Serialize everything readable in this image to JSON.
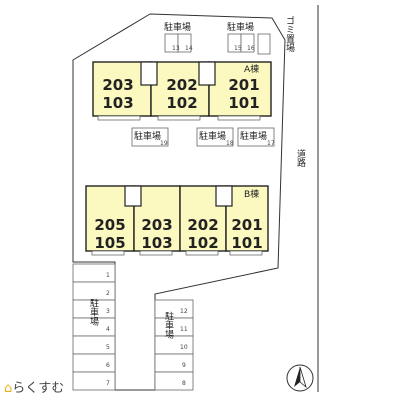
{
  "building_a": {
    "label": "A棟",
    "units": [
      {
        "upper": "203",
        "lower": "103"
      },
      {
        "upper": "202",
        "lower": "102"
      },
      {
        "upper": "201",
        "lower": "101"
      }
    ]
  },
  "building_b": {
    "label": "B棟",
    "units": [
      {
        "upper": "205",
        "lower": "105"
      },
      {
        "upper": "203",
        "lower": "103"
      },
      {
        "upper": "202",
        "lower": "102"
      },
      {
        "upper": "201",
        "lower": "101"
      }
    ]
  },
  "parking_top": {
    "label": "駐車場",
    "lots": [
      {
        "label": "駐車場",
        "nums": [
          "13",
          "14"
        ]
      },
      {
        "label": "駐車場",
        "nums": [
          "15",
          "16"
        ]
      }
    ]
  },
  "trash_label": "ゴミ置場",
  "parking_middle": [
    {
      "label": "駐車場",
      "num": "19"
    },
    {
      "label": "駐車場",
      "num": "18"
    },
    {
      "label": "駐車場",
      "num": "17"
    }
  ],
  "parking_left": {
    "label": "駐車場",
    "nums": [
      "1",
      "2",
      "3",
      "4",
      "5",
      "6",
      "7"
    ]
  },
  "parking_right": {
    "label": "駐車場",
    "nums": [
      "12",
      "11",
      "10",
      "9",
      "8"
    ]
  },
  "road_label": "道路",
  "watermark": {
    "house": "⌂",
    "text": "らくすむ"
  }
}
